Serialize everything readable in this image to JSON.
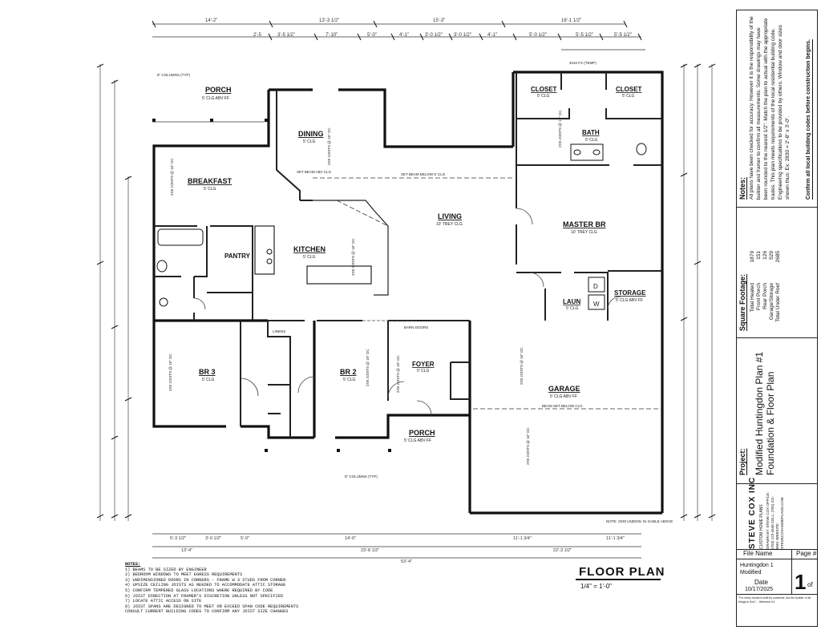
{
  "drawing": {
    "title": "FLOOR PLAN",
    "scale": "1/4\" = 1'-0\"",
    "rooms": [
      {
        "name": "PORCH",
        "sub": "5' CLG ABV FF"
      },
      {
        "name": "DINING",
        "sub": "5' CLG"
      },
      {
        "name": "BREAKFAST",
        "sub": "5' CLG"
      },
      {
        "name": "KITCHEN",
        "sub": "5' CLG"
      },
      {
        "name": "PANTRY",
        "sub": ""
      },
      {
        "name": "LIVING",
        "sub": "10' TREY CLG"
      },
      {
        "name": "CLOSET",
        "sub": "5' CLG"
      },
      {
        "name": "CLOSET",
        "sub": "5' CLG"
      },
      {
        "name": "BATH",
        "sub": "5' CLG"
      },
      {
        "name": "MASTER BR",
        "sub": "10' TREY CLG"
      },
      {
        "name": "LAUN",
        "sub": "5' CLG"
      },
      {
        "name": "STORAGE",
        "sub": "5' CLG ABV FF"
      },
      {
        "name": "BR 3",
        "sub": "5' CLG"
      },
      {
        "name": "BR 2",
        "sub": "5' CLG"
      },
      {
        "name": "FOYER",
        "sub": "5' CLG"
      },
      {
        "name": "PORCH",
        "sub": "5' CLG ABV FF"
      },
      {
        "name": "GARAGE",
        "sub": "5' CLG ABV FF"
      }
    ],
    "callouts": {
      "column_top": "8\" COLUMNS (TYP)",
      "column_bottom": "8\" COLUMNS (TYP)",
      "set_beam_above": "SET BEAM ABV CLG",
      "set_beam_below": "SET BEAM BELOW 5' CLG",
      "beam_garage": "BEAM SET BELOW CLG",
      "barn_doors": "BARN DOORS",
      "linens": "LINENS",
      "window_note": "NOTE: 2030 UNDOW. IN GABLE ABOVE",
      "joists": "2X8 JOISTS @ 16\" OC",
      "opening": "4010 FX (TEMP)"
    },
    "top_dims": [
      "14'-2\"",
      "13'-3 1/2\"",
      "15'-3\"",
      "16'-1 1/2\"",
      "2'-5",
      "3'-5 1/2\"",
      "7'-10\"",
      "5'-0\"",
      "4'-1\"",
      "3'-0 1/2\"",
      "3'-0 1/2\"",
      "4'-1\"",
      "5'-0 1/2\"",
      "5'-5 1/2\"",
      "5'-5 1/2\""
    ],
    "bottom_dims": [
      "5'-3 1/2\"",
      "3'-0 1/2\"",
      "5'-0\"",
      "14'-0\"",
      "23'-8 1/2\"",
      "53'-4\"",
      "22'-3 1/2\"",
      "11'-1 3/4\"",
      "11'-1 3/4\"",
      "13'-4\""
    ]
  },
  "general_notes": {
    "title": "NOTES:",
    "items": [
      "1) BEAMS TO BE SIZED BY ENGINEER",
      "2) BEDROOM WINDOWS TO MEET EGRESS REQUIREMENTS",
      "3) UNDIMENSIONED DOORS IN CORNERS - FRAME W 3 STUDS FROM CORNER",
      "4) UPSIZE CEILING JOISTS AS NEEDED TO ACCOMMODATE ATTIC STORAGE",
      "5) CONFIRM TEMPERED GLASS LOCATIONS WHERE REQUIRED BY CODE",
      "6) JOIST DIRECTION AT FRAMER'S DISCRETION UNLESS NOT SPECIFIED",
      "7) LOCATE ATTIC ACCESS ON SITE",
      "8) JOIST SPANS ARE DESIGNED TO MEET OR EXCEED SPAN CODE REQUIREMENTS",
      "CONSULT CURRENT BUILDING CODES TO CONFIRM ANY JOIST SIZE CHANGES"
    ]
  },
  "title_block": {
    "notes_title": "Notes:",
    "notes_text": "All plans have been checked for accuracy. However it is the responsibility of the builder and framer to confirm all measurements. Some drawings may have been rounded to the nearest 1/2\". Match the plan to actual with the appropriate trades. This plan meets requirements of the local residential building code. Engineering specifications to be provided by others. Window and door sizes shown thus: Ex: 2830 = 2'-8\" x 3'-0\".",
    "notes_confirm": "Confirm all local building codes before construction begins.",
    "sqft_title": "Square Footage:",
    "sqft": [
      {
        "label": "Total Heated",
        "value": "1879"
      },
      {
        "label": "Front Porch",
        "value": "151"
      },
      {
        "label": "Rear Porch",
        "value": "126"
      },
      {
        "label": "Garage/Storage",
        "value": "529"
      },
      {
        "label": "Total Under Roof",
        "value": "2685"
      }
    ],
    "project_title": "Project:",
    "project_name_line1": "Modified Huntingdon Plan #1",
    "project_name_line2": "Foundation & Floor Plan",
    "company": "STEVE COX INC",
    "company_sub": "CUSTOM HOME PLANS",
    "company_lines": "DRAWN BY: STEVE COX  OFFICE: (703) 123-4546  CELL: (704) 311-8561  WEBSITE: STEVECOXHOMEPLANS.COM",
    "file_name_label": "File Name",
    "file_name_value": "Huntingdon 1 Modified",
    "page_label": "Page #",
    "date_label": "Date",
    "date_value": "10/17/2025",
    "page_number": "1",
    "page_of": "of",
    "quote": "\"For every house is built by someone, but the builder of all things is God.\" - Hebrews 3:4"
  }
}
